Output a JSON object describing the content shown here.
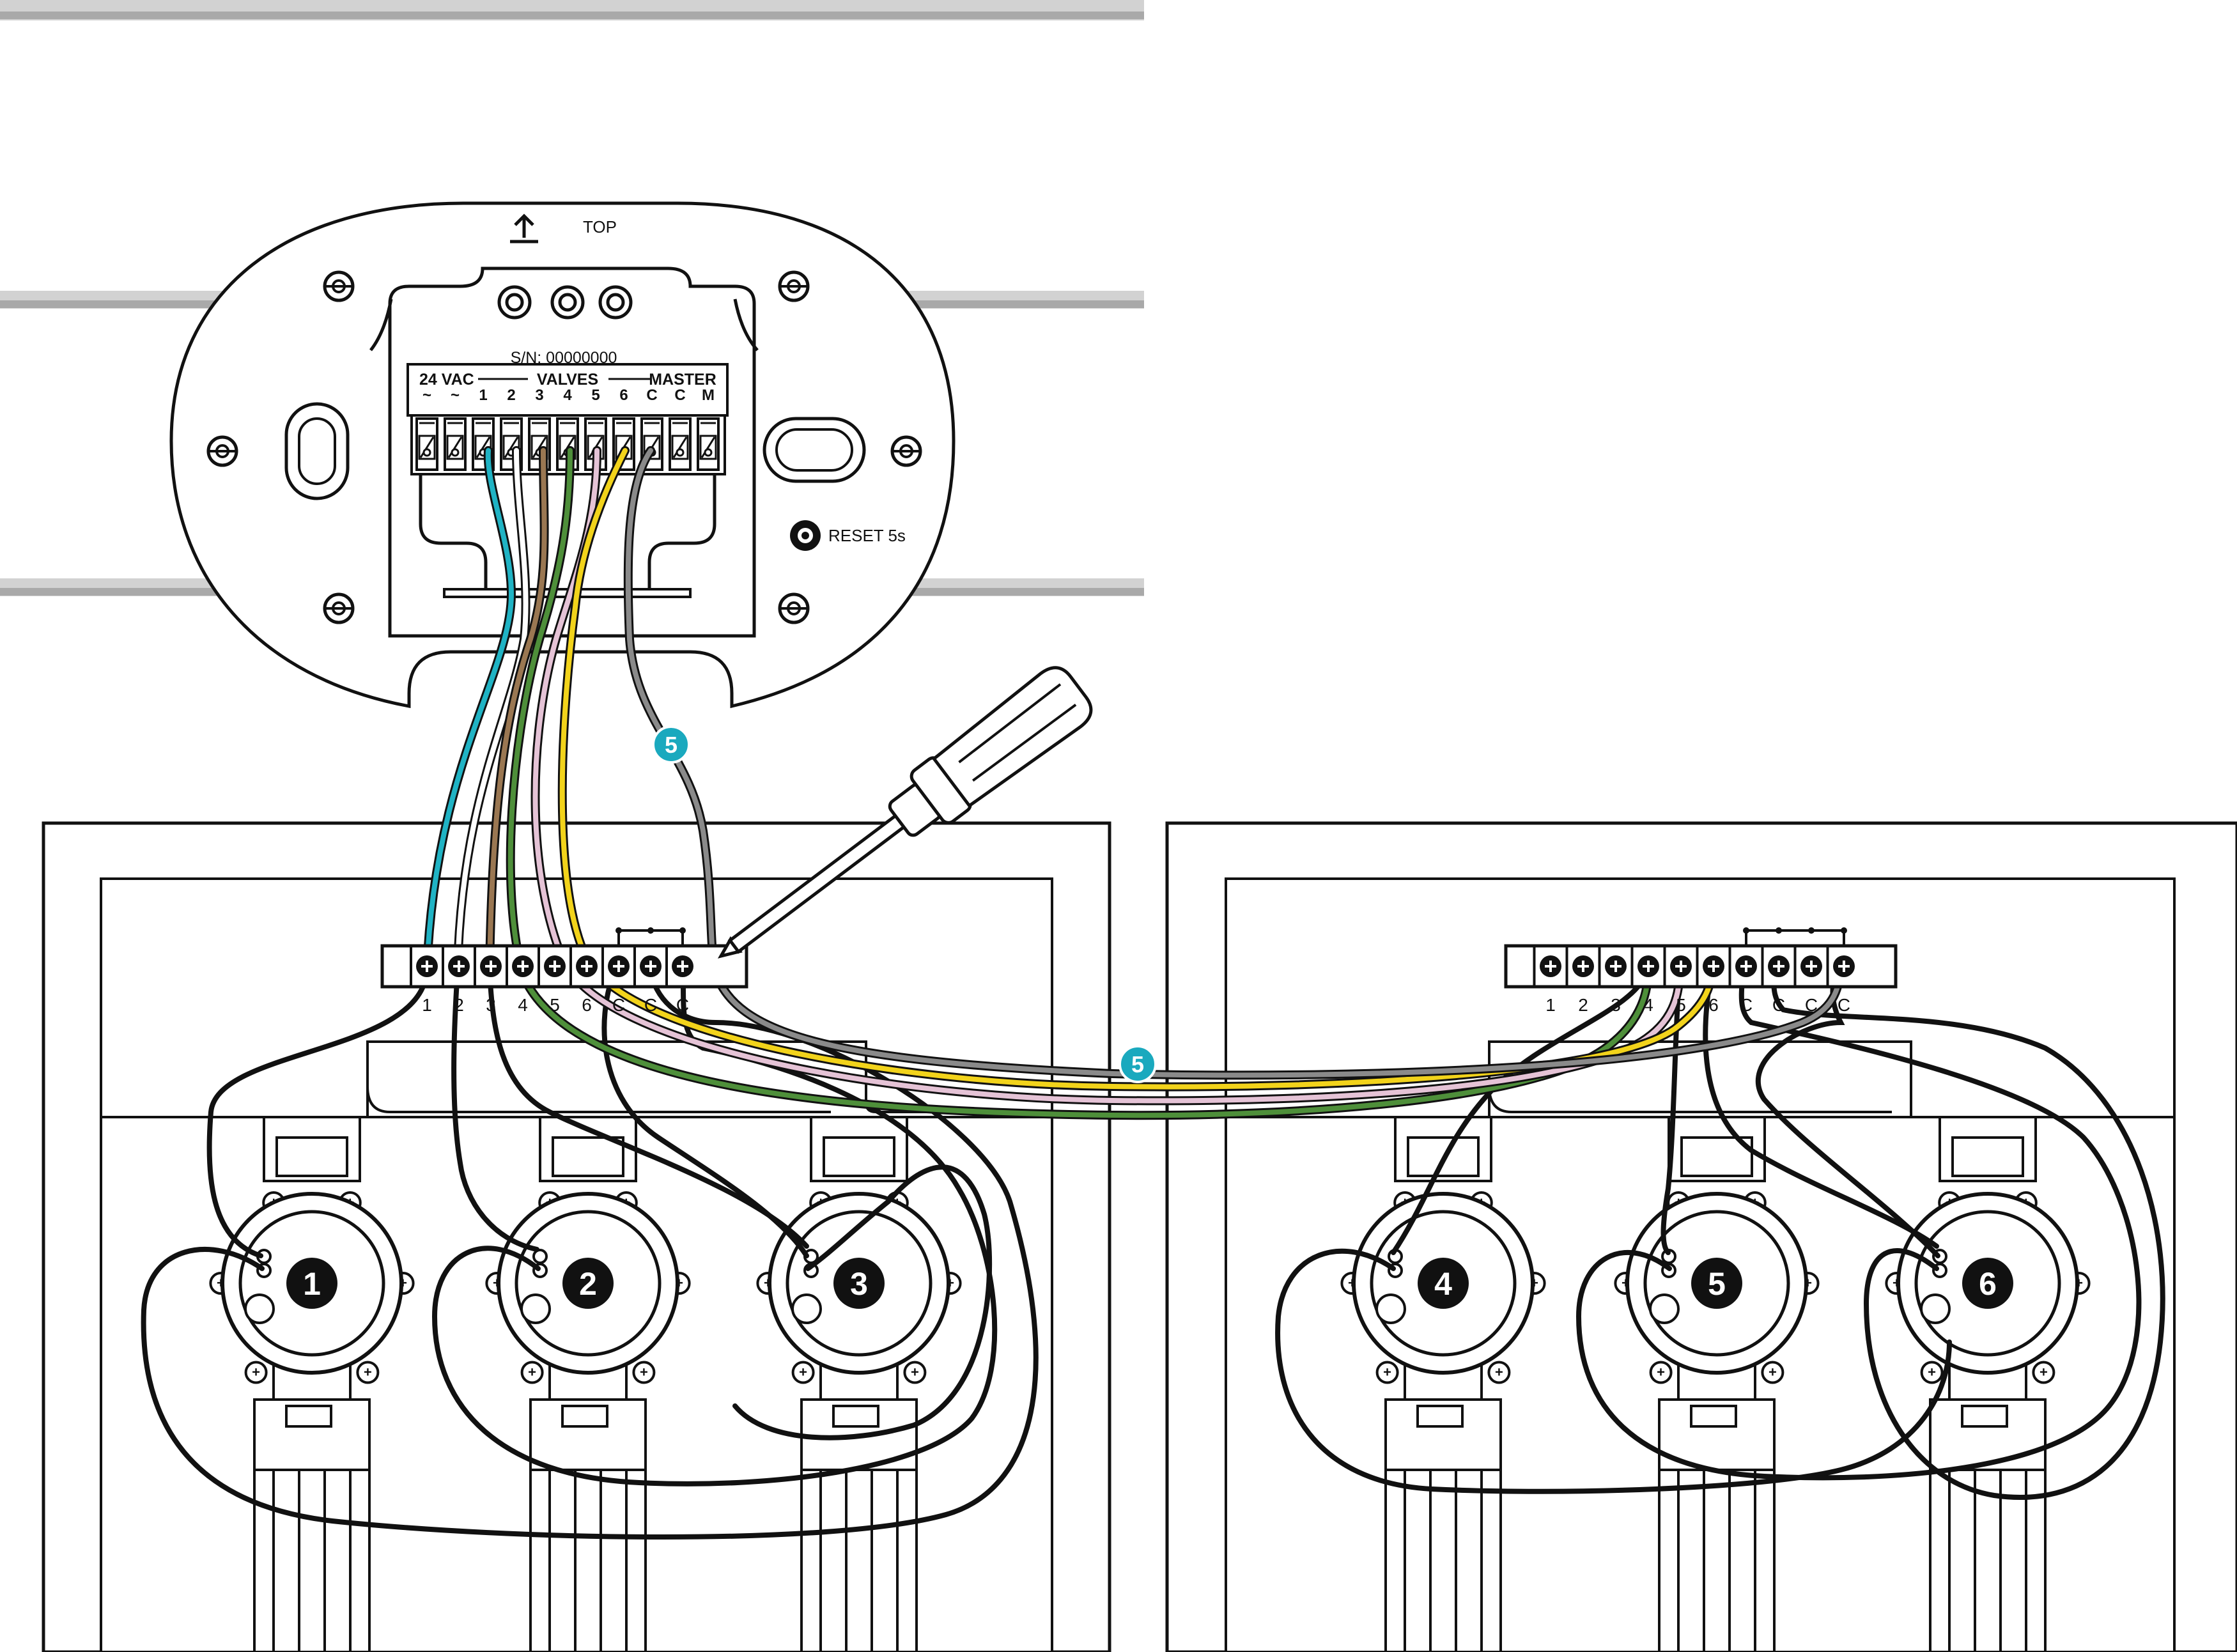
{
  "controller": {
    "top_label": "TOP",
    "serial": "S/N: 00000000",
    "power_header": "24 VAC",
    "valves_header": "VALVES",
    "master_header": "MASTER",
    "reset_label": "RESET 5s",
    "terminals": [
      "~",
      "~",
      "1",
      "2",
      "3",
      "4",
      "5",
      "6",
      "C",
      "C",
      "M"
    ]
  },
  "left_box": {
    "terminal_labels": [
      "1",
      "2",
      "3",
      "4",
      "5",
      "6",
      "C",
      "C",
      "C"
    ]
  },
  "right_box": {
    "terminal_labels": [
      "1",
      "2",
      "3",
      "4",
      "5",
      "6",
      "C",
      "C",
      "C",
      "C"
    ]
  },
  "valves": [
    "1",
    "2",
    "3",
    "4",
    "5",
    "6"
  ],
  "step_badges": [
    "5",
    "5"
  ],
  "colors": {
    "outline": "#111111",
    "siding": "#bdbdbd",
    "badge": "#1aa9be",
    "wire_cyan": "#20b3c4",
    "wire_white": "#ffffff",
    "wire_brown": "#9a7752",
    "wire_green": "#4e8f3a",
    "wire_pink": "#e5c3d6",
    "wire_yellow": "#f2d31b",
    "wire_gray": "#8a8a8a"
  },
  "icons": [
    "up-arrow-icon",
    "screwdriver-icon",
    "screw-terminal-icon",
    "mounting-screw-icon"
  ]
}
